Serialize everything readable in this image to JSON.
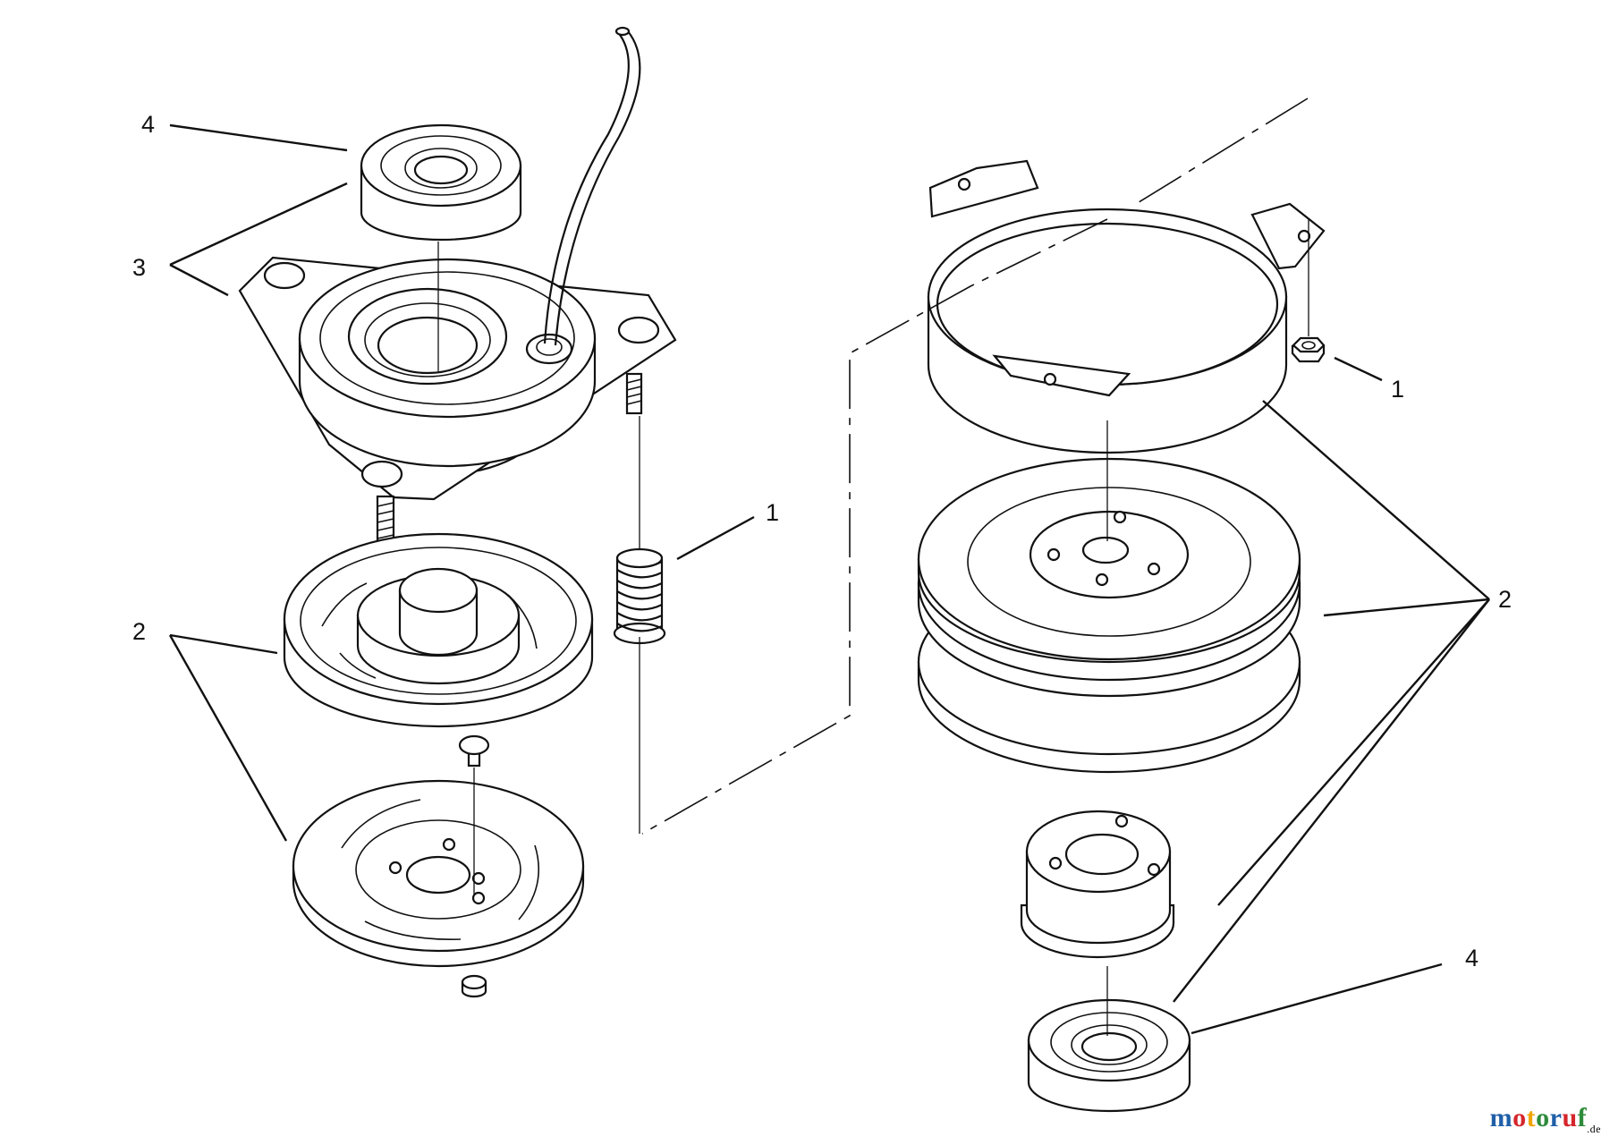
{
  "diagram": {
    "callouts": {
      "left_4": "4",
      "left_3": "3",
      "left_2": "2",
      "left_1": "1",
      "right_1": "1",
      "right_2": "2",
      "right_4": "4"
    }
  },
  "watermark": {
    "text": "motoruf",
    "suffix": ".de",
    "colors": [
      "#1f5fa8",
      "#d4262c",
      "#f0a500",
      "#2e8b3a",
      "#1f5fa8",
      "#d4262c",
      "#2e8b3a"
    ]
  }
}
